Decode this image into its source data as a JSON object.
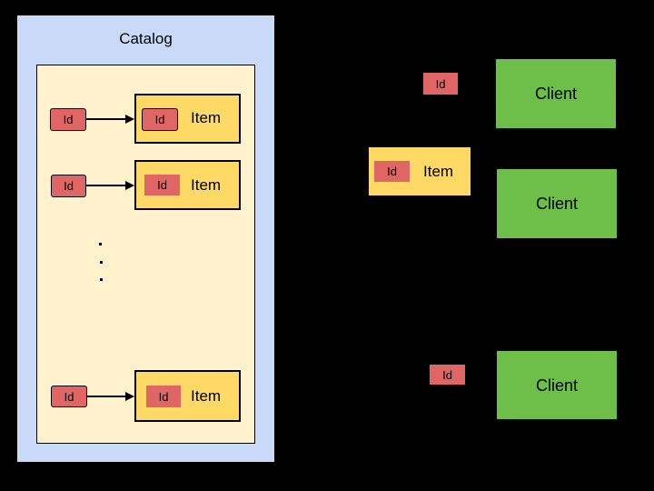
{
  "colors": {
    "background": "#000000",
    "catalog-fill": "#c9daf8",
    "list-fill": "#fff2cc",
    "item-fill": "#ffd966",
    "id-fill": "#e06666",
    "client-fill": "#6ebe4a",
    "line": "#000000"
  },
  "catalog": {
    "title": "Catalog",
    "rows": [
      {
        "ref_id": "Id",
        "item_id": "Id",
        "item_label": "Item"
      },
      {
        "ref_id": "Id",
        "item_id": "Id",
        "item_label": "Item"
      },
      {
        "ref_id": "Id",
        "item_id": "Id",
        "item_label": "Item"
      }
    ]
  },
  "right": {
    "floating_id_top": "Id",
    "floating_id_bottom": "Id",
    "detached_item": {
      "id": "Id",
      "label": "Item"
    },
    "clients": [
      {
        "label": "Client"
      },
      {
        "label": "Client"
      },
      {
        "label": "Client"
      }
    ]
  }
}
